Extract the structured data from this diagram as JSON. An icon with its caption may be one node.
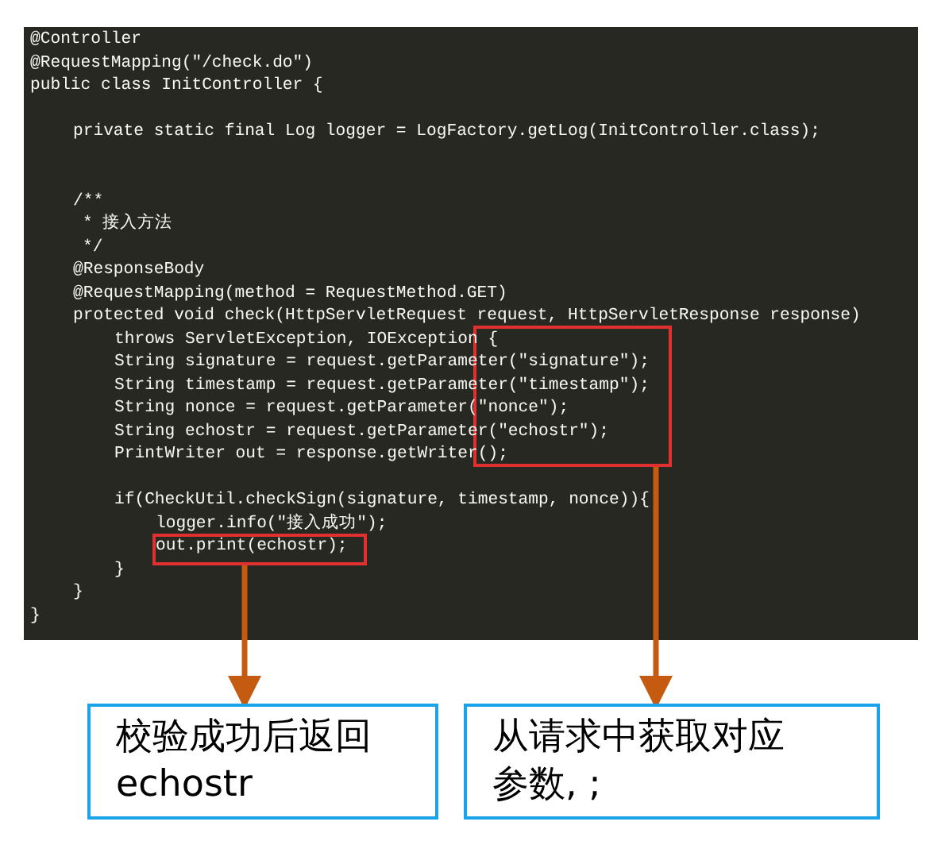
{
  "diagram": {
    "nodes": [
      {
        "text": [],
        "shape": "box"
      },
      {
        "text": [],
        "shape": "box"
      },
      {
        "text": [
          "校验成功后返回 echostr"
        ]
      },
      {
        "text": [
          "从请求中获取对应参数, ;"
        ]
      }
    ],
    "edges": [
      {
        "from": 1,
        "to": 2,
        "arrow": "to",
        "color": "#c55a11"
      },
      {
        "from": 0,
        "to": 3,
        "arrow": "to",
        "color": "#c55a11"
      }
    ],
    "labels": [
      "@Controller",
      "@RequestMapping(\"/check.do\")",
      "public class InitController {",
      "private static final Log logger = LogFactory.getLog(InitController.class);",
      "/**",
      "* 接入方法",
      "*/",
      "@ResponseBody",
      "@RequestMapping(method = RequestMethod.GET)",
      "protected void check(HttpServletRequest request, HttpServletResponse response)",
      "throws ServletException, IOException {",
      "String signature = request.getParameter(\"signature\");",
      "String timestamp = request.getParameter(\"timestamp\");",
      "String nonce = request.getParameter(\"nonce\");",
      "String echostr = request.getParameter(\"echostr\");",
      "PrintWriter out = response.getWriter();",
      "if(CheckUtil.checkSign(signature, timestamp, nonce)){",
      "logger.info(\"接入成功\");",
      "out.print(echostr);",
      "}",
      "}",
      "}"
    ]
  }
}
